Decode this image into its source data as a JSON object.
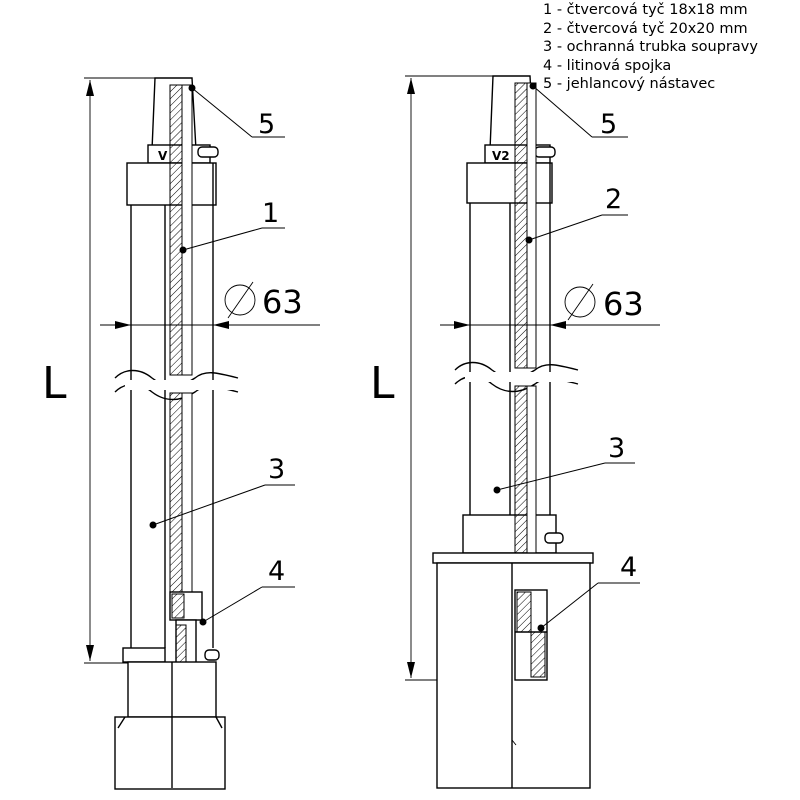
{
  "legend": {
    "items": [
      "1 - čtvercová tyč 18x18 mm",
      "2 - čtvercová tyč 20x20 mm",
      "3 - ochranná trubka soupravy",
      "4 - litinová spojka",
      "5 - jehlancový nástavec"
    ]
  },
  "left_assembly": {
    "dimension_label": "L",
    "diameter_label": "63",
    "callouts": [
      "5",
      "1",
      "3",
      "4"
    ]
  },
  "right_assembly": {
    "dimension_label": "L",
    "diameter_label": "63",
    "callouts": [
      "5",
      "2",
      "3",
      "4"
    ]
  }
}
